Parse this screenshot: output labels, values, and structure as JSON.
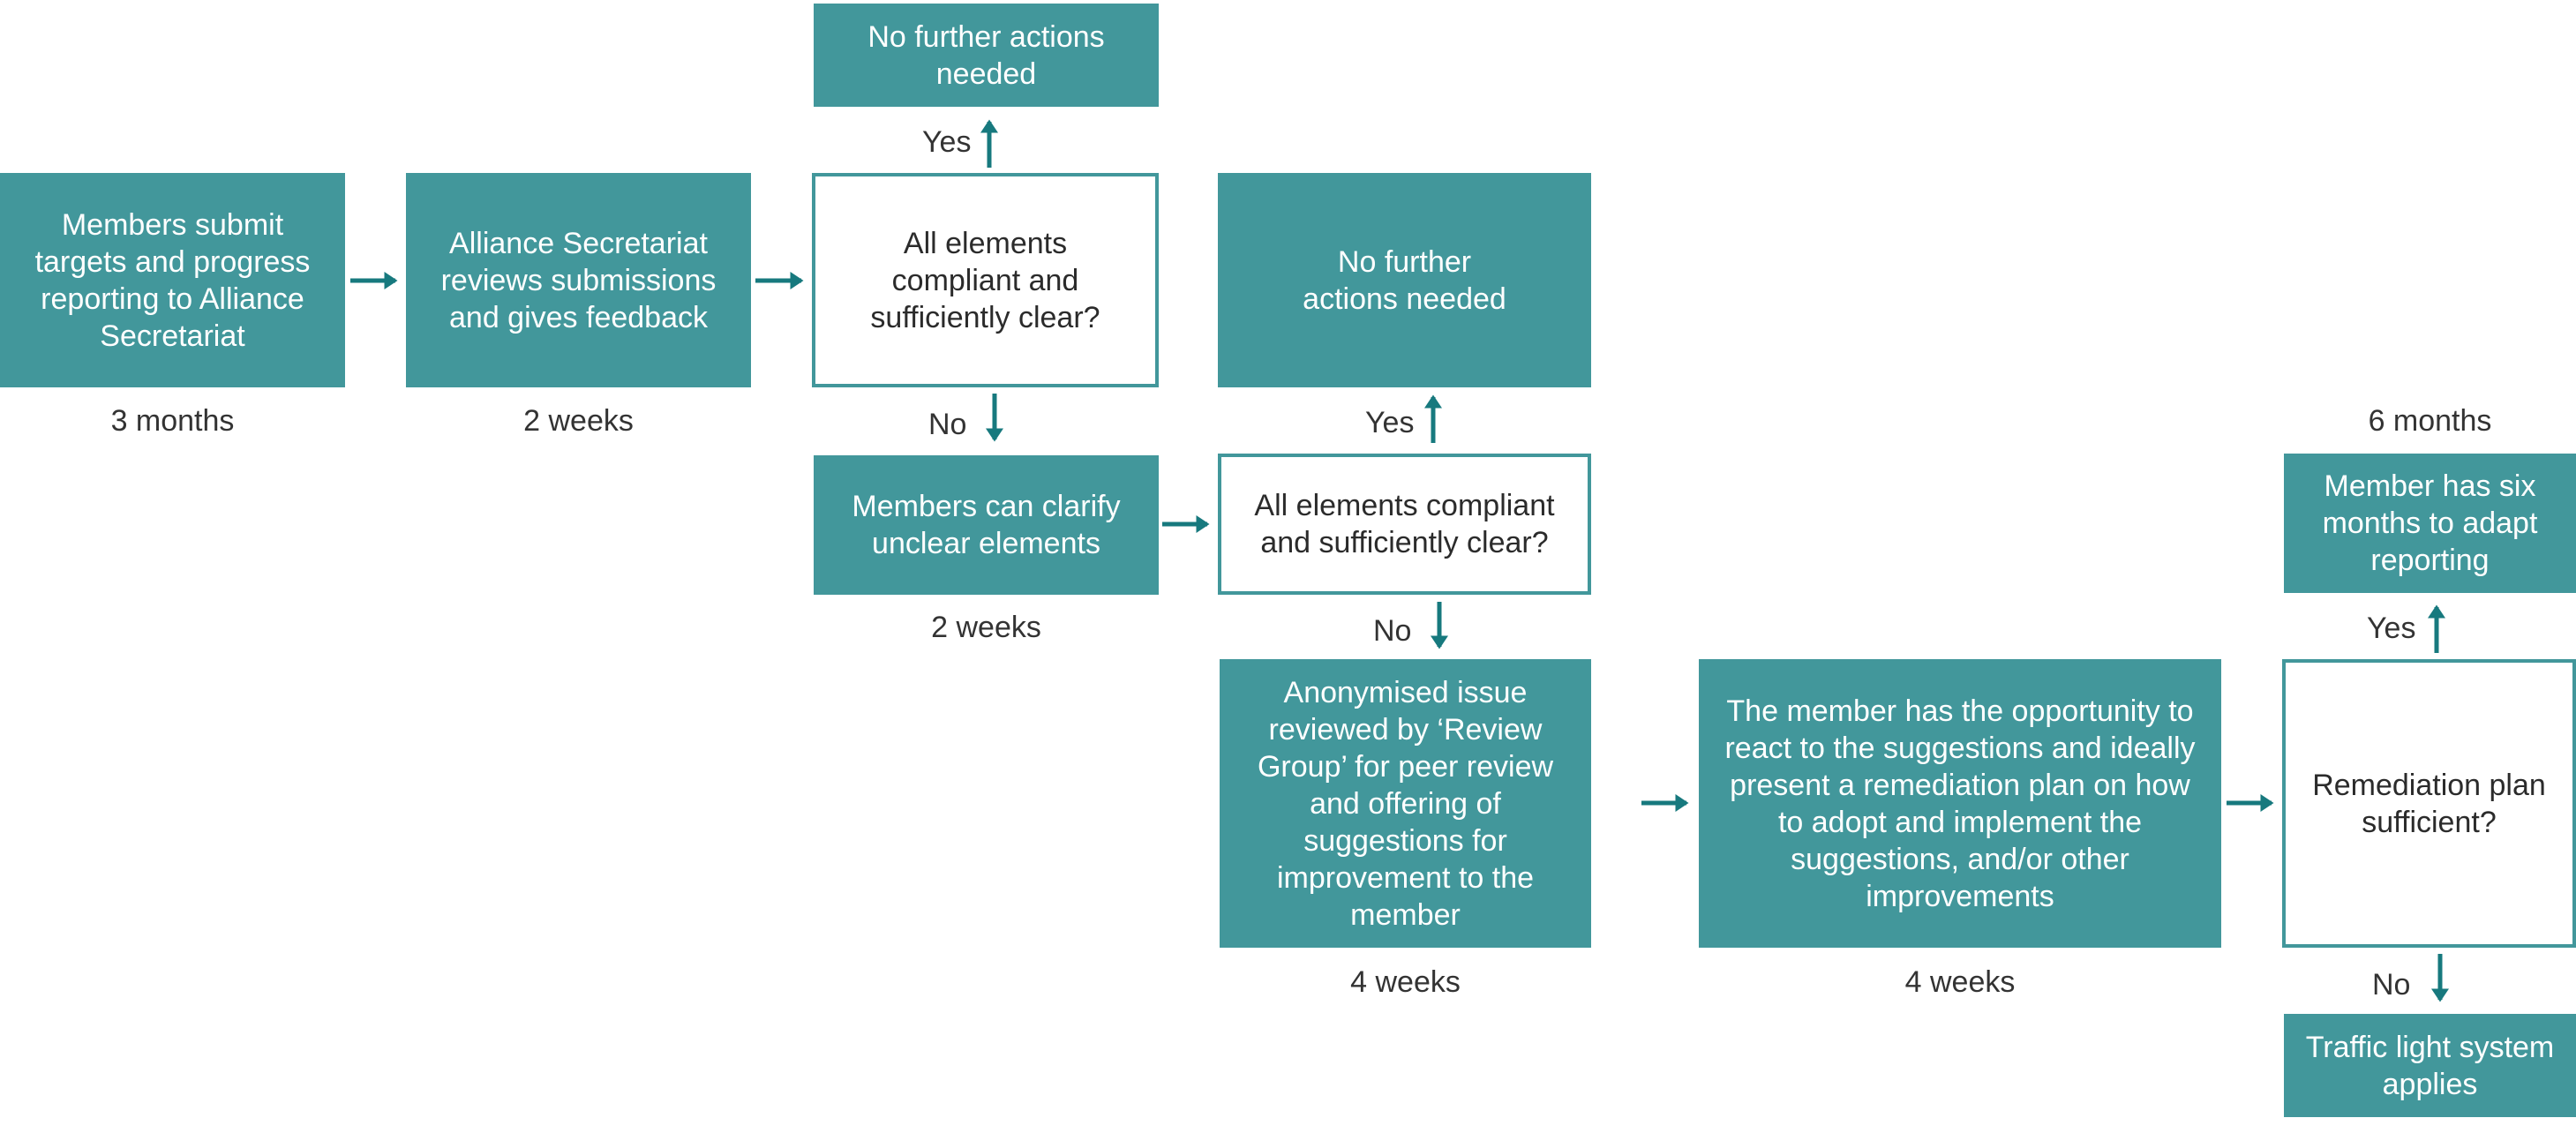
{
  "colors": {
    "box_fill": "#42979b",
    "arrow": "#17797e",
    "text_dark": "#333333"
  },
  "boxes": {
    "submit": "Members submit targets and progress reporting to Alliance Secretariat",
    "review": "Alliance Secretariat reviews submissions and gives feedback",
    "decision1": "All elements compliant and sufficiently clear?",
    "no_further1": "No further actions needed",
    "clarify": "Members can clarify unclear elements",
    "decision2": "All elements compliant and sufficiently clear?",
    "no_further2": "No further actions needed",
    "anonymised": "Anonymised issue reviewed by ‘Review Group’ for peer review and offering of suggestions for improvement to the member",
    "opportunity": "The member has the opportunity to react to the suggestions and ideally present a remediation plan on how to adopt and implement the suggestions, and/or other improvements",
    "remediation": "Remediation plan sufficient?",
    "six_months": "Member has six months to adapt reporting",
    "traffic": "Traffic light system applies"
  },
  "durations": {
    "submit": "3 months",
    "review": "2 weeks",
    "clarify": "2 weeks",
    "anonymised": "4 weeks",
    "opportunity": "4 weeks",
    "six_months": "6 months"
  },
  "branch_labels": {
    "yes": "Yes",
    "no": "No"
  }
}
